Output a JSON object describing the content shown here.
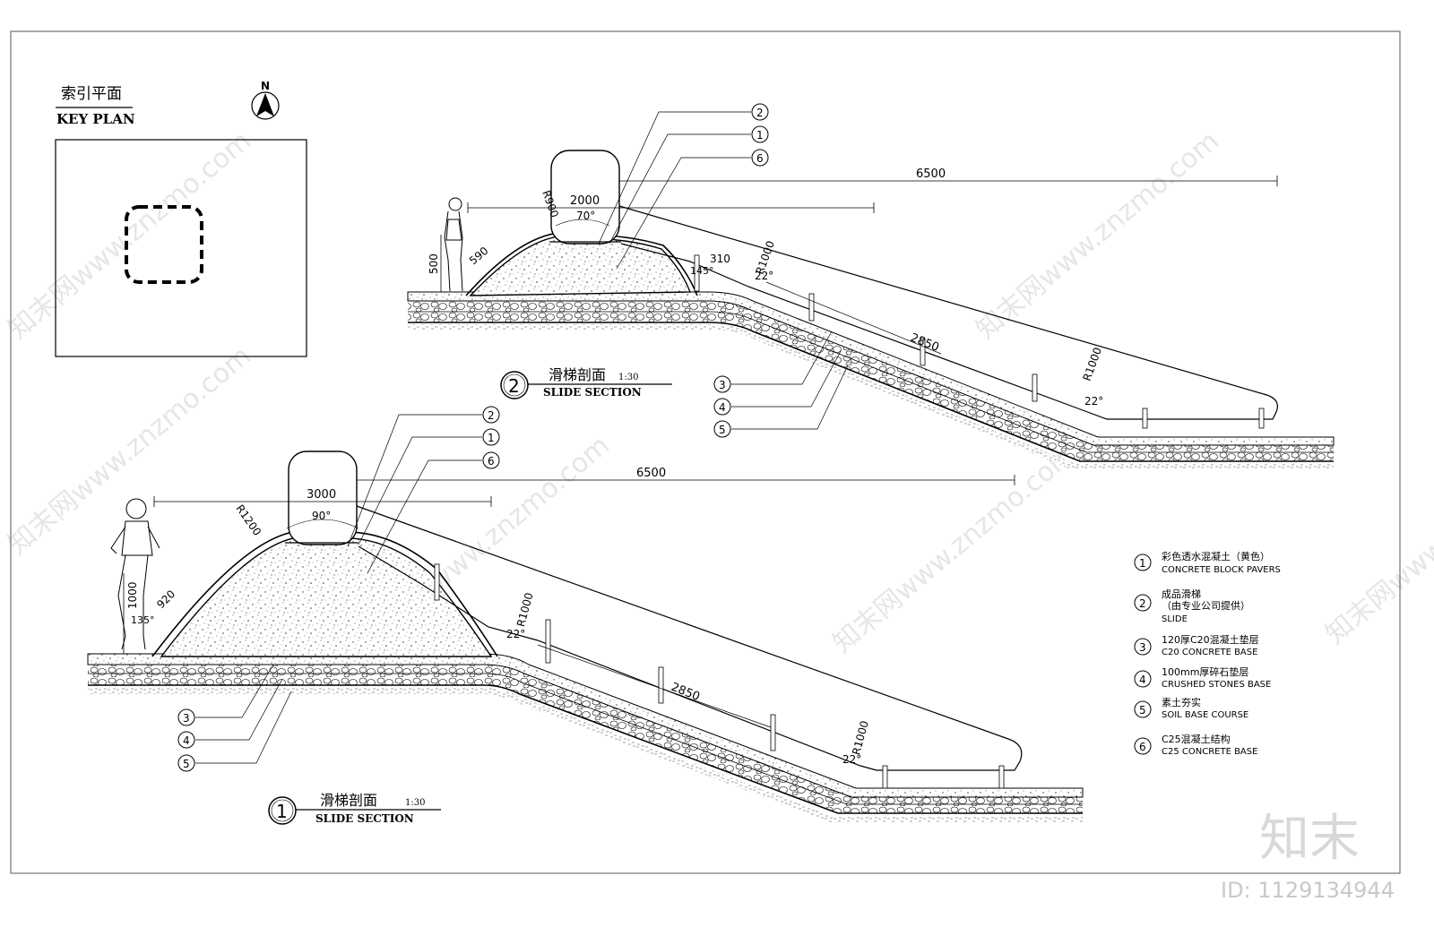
{
  "key_plan": {
    "title_cn": "索引平面",
    "title_en": "KEY PLAN",
    "north": "N"
  },
  "section2": {
    "number": "2",
    "title_cn": "滑梯剖面",
    "title_en": "SLIDE SECTION",
    "scale": "1:30",
    "dims": {
      "total": "6500",
      "top": "2000",
      "angle_top": "70°",
      "radius_top": "R900",
      "height": "500",
      "ramp": "590",
      "d310": "310",
      "angle_45": "145°",
      "r1000_a": "R1000",
      "a22_a": "22°",
      "slope": "2850",
      "r1000_b": "R1000",
      "a22_b": "22°"
    },
    "callouts_top": [
      "2",
      "1",
      "6"
    ],
    "callouts_bottom": [
      "3",
      "4",
      "5"
    ]
  },
  "section1": {
    "number": "1",
    "title_cn": "滑梯剖面",
    "title_en": "SLIDE SECTION",
    "scale": "1:30",
    "dims": {
      "total": "6500",
      "top": "3000",
      "angle_top": "90°",
      "radius_top": "R1200",
      "height": "1000",
      "ramp": "920",
      "angle_35": "135°",
      "r1000_a": "R1000",
      "a22_a": "22°",
      "slope": "2850",
      "r1000_b": "R1000",
      "a22_b": "22°"
    },
    "callouts_top": [
      "2",
      "1",
      "6"
    ],
    "callouts_bottom": [
      "3",
      "4",
      "5"
    ]
  },
  "legend": [
    {
      "num": "1",
      "cn": "彩色透水混凝土（黄色）",
      "en": "CONCRETE BLOCK PAVERS"
    },
    {
      "num": "2",
      "cn": "成品滑梯",
      "cn2": "（由专业公司提供）",
      "en": "SLIDE"
    },
    {
      "num": "3",
      "cn": "120厚C20混凝土垫层",
      "en": "C20 CONCRETE BASE"
    },
    {
      "num": "4",
      "cn": "100mm厚碎石垫层",
      "en": "CRUSHED STONES BASE"
    },
    {
      "num": "5",
      "cn": "素土夯实",
      "en": "SOIL BASE COURSE"
    },
    {
      "num": "6",
      "cn": "C25混凝土结构",
      "en": "C25 CONCRETE BASE"
    }
  ],
  "branding": {
    "logo": "知末",
    "id_text": "ID: 1129134944",
    "watermark": "知末网www.znzmo.com"
  }
}
